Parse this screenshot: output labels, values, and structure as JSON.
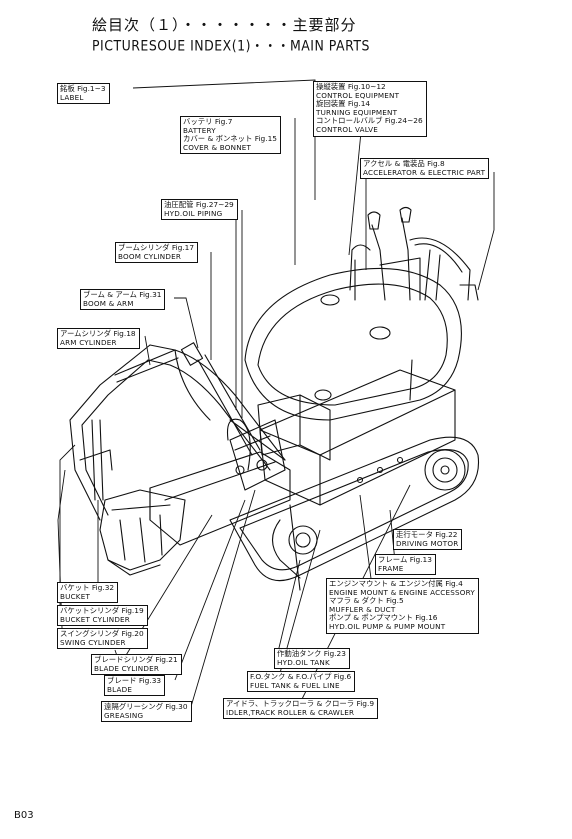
{
  "title_jp": "絵目次（１）・・・・・・・主要部分",
  "title_en": "PICTURESOUE INDEX(1)・・・MAIN PARTS",
  "page_number": "B03",
  "labels": {
    "label": {
      "jp": "銘板 Fig.1~3",
      "en": "LABEL"
    },
    "control": {
      "l1": "操縦装置 Fig.10~12",
      "l2": "CONTROL EQUIPMENT",
      "l3": "旋回装置 Fig.14",
      "l4": "TURNING EQUIPMENT",
      "l5": "コントロールバルブ Fig.24~26",
      "l6": "CONTROL VALVE"
    },
    "battery": {
      "l1": "バッテリ Fig.7",
      "l2": "BATTERY",
      "l3": "カバー & ボンネット Fig.15",
      "l4": "COVER & BONNET"
    },
    "accelerator": {
      "l1": "アクセル & 電装品 Fig.8",
      "l2": "ACCELERATOR & ELECTRIC PART"
    },
    "hyd_piping": {
      "jp": "油圧配管 Fig.27~29",
      "en": "HYD.OIL PIPING"
    },
    "boom_cyl": {
      "jp": "ブームシリンダ Fig.17",
      "en": "BOOM CYLINDER"
    },
    "boom_arm": {
      "jp": "ブーム & アーム Fig.31",
      "en": "BOOM & ARM"
    },
    "arm_cyl": {
      "jp": "アームシリンダ Fig.18",
      "en": "ARM CYLINDER"
    },
    "driving_motor": {
      "jp": "走行モータ Fig.22",
      "en": "DRIVING MOTOR"
    },
    "frame": {
      "jp": "フレーム Fig.13",
      "en": "FRAME"
    },
    "engine": {
      "l1": "エンジンマウント & エンジン付属 Fig.4",
      "l2": "ENGINE MOUNT & ENGINE ACCESSORY",
      "l3": "マフラ & ダクト Fig.5",
      "l4": "MUFFLER & DUCT",
      "l5": "ポンプ & ポンプマウント Fig.16",
      "l6": "HYD.OIL PUMP & PUMP MOUNT"
    },
    "bucket": {
      "jp": "バケット Fig.32",
      "en": "BUCKET"
    },
    "bucket_cyl": {
      "jp": "バケットシリンダ Fig.19",
      "en": "BUCKET CYLINDER"
    },
    "swing_cyl": {
      "jp": "スイングシリンダ Fig.20",
      "en": "SWING CYLINDER"
    },
    "hyd_tank": {
      "jp": "作動油タンク Fig.23",
      "en": "HYD.OIL TANK"
    },
    "blade_cyl": {
      "jp": "ブレードシリンダ Fig.21",
      "en": "BLADE CYLINDER"
    },
    "fuel_tank": {
      "jp": "F.O.タンク & F.O.パイプ Fig.6",
      "en": "FUEL TANK & FUEL LINE"
    },
    "blade": {
      "jp": "ブレード Fig.33",
      "en": "BLADE"
    },
    "greasing": {
      "jp": "遠隔グリーシング Fig.30",
      "en": "GREASING"
    },
    "idler": {
      "jp": "アイドラ、トラックローラ & クローラ Fig.9",
      "en": "IDLER,TRACK ROLLER & CRAWLER"
    }
  }
}
